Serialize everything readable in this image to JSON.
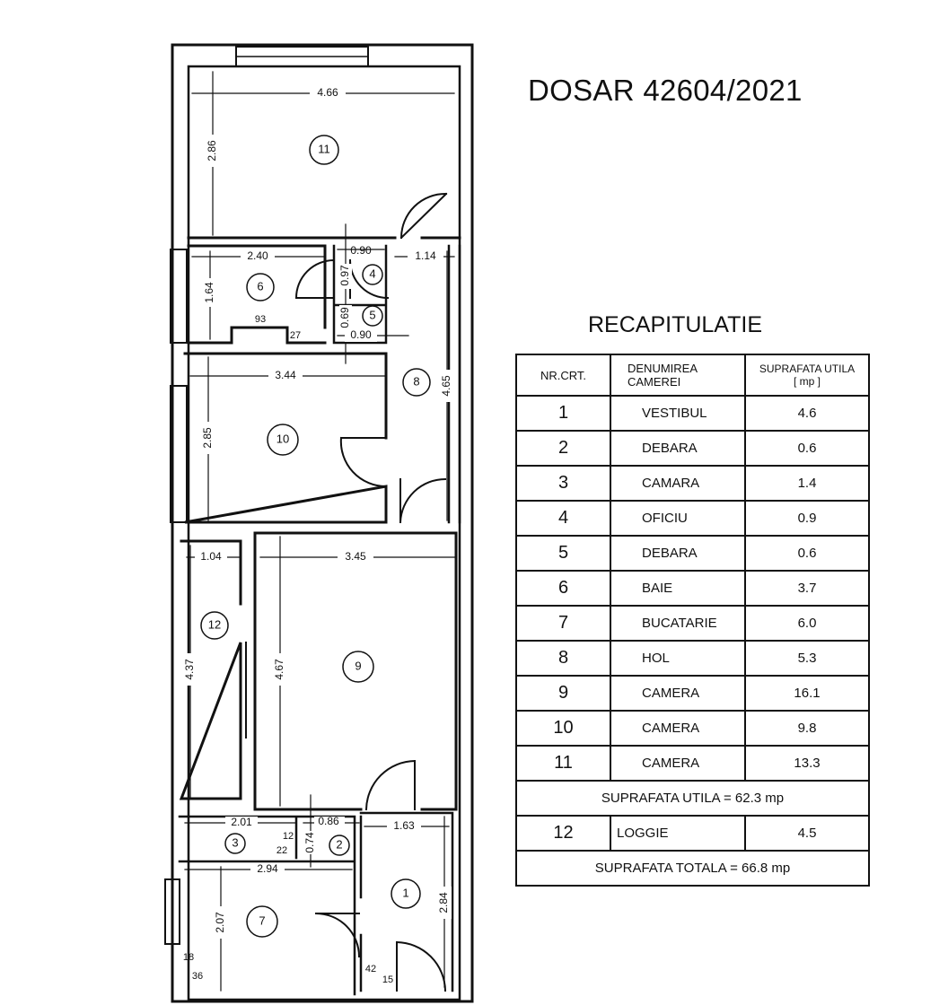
{
  "document": {
    "title": "DOSAR 42604/2021"
  },
  "summary": {
    "title": "RECAPITULATIE",
    "headers": {
      "nr": "NR.CRT.",
      "name_line1": "DENUMIREA",
      "name_line2": "CAMEREI",
      "area_line1": "SUPRAFATA UTILA",
      "area_line2": "[ mp ]"
    },
    "rows": [
      {
        "nr": "1",
        "name": "VESTIBUL",
        "area": "4.6"
      },
      {
        "nr": "2",
        "name": "DEBARA",
        "area": "0.6"
      },
      {
        "nr": "3",
        "name": "CAMARA",
        "area": "1.4"
      },
      {
        "nr": "4",
        "name": "OFICIU",
        "area": "0.9"
      },
      {
        "nr": "5",
        "name": "DEBARA",
        "area": "0.6"
      },
      {
        "nr": "6",
        "name": "BAIE",
        "area": "3.7"
      },
      {
        "nr": "7",
        "name": "BUCATARIE",
        "area": "6.0"
      },
      {
        "nr": "8",
        "name": "HOL",
        "area": "5.3"
      },
      {
        "nr": "9",
        "name": "CAMERA",
        "area": "16.1"
      },
      {
        "nr": "10",
        "name": "CAMERA",
        "area": "9.8"
      },
      {
        "nr": "11",
        "name": "CAMERA",
        "area": "13.3"
      }
    ],
    "useful_total": "SUPRAFATA UTILA = 62.3 mp",
    "loggia": {
      "nr": "12",
      "name": "LOGGIE",
      "area": "4.5"
    },
    "grand_total": "SUPRAFATA TOTALA = 66.8 mp"
  },
  "plan": {
    "rooms": [
      "1",
      "2",
      "3",
      "4",
      "5",
      "6",
      "7",
      "8",
      "9",
      "10",
      "11",
      "12"
    ],
    "dimensions": [
      "4.66",
      "2.86",
      "2.40",
      "1.64",
      "0.90",
      "0.97",
      "1.14",
      "0.69",
      "0.90",
      "93",
      "27",
      "3.44",
      "2.85",
      "4.65",
      "1.04",
      "3.45",
      "4.37",
      "4.67",
      "2.01",
      "0.86",
      "1.63",
      "12",
      "22",
      "0.74",
      "2.94",
      "2.07",
      "2.84",
      "18",
      "36",
      "42",
      "15"
    ]
  }
}
